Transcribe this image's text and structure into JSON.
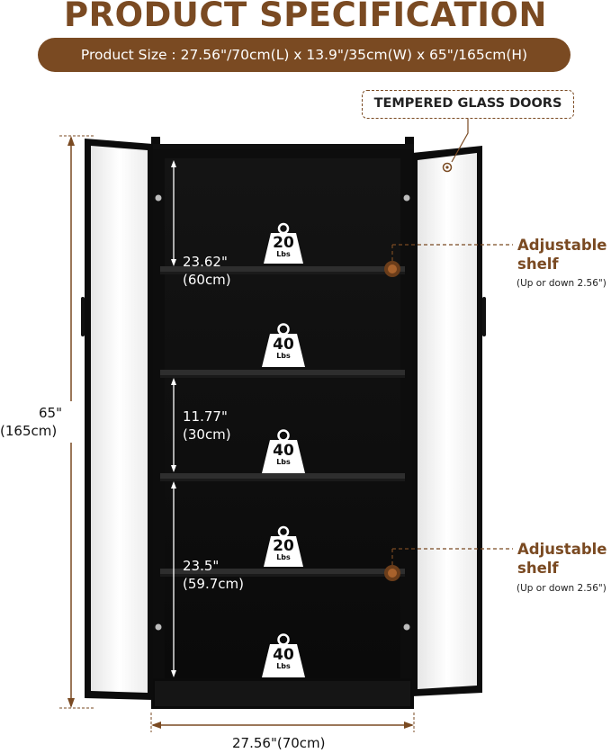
{
  "header": {
    "title": "PRODUCT SPECIFICATION",
    "product_size": "Product Size : 27.56\"/70cm(L) x 13.9\"/35cm(W) x 65\"/165cm(H)"
  },
  "callouts": {
    "glass_doors": "TEMPERED GLASS DOORS",
    "adjustable_top": {
      "title": "Adjustable shelf",
      "note": "(Up or down 2.56\")"
    },
    "adjustable_bottom": {
      "title": "Adjustable shelf",
      "note": "(Up or down 2.56\")"
    }
  },
  "dimensions": {
    "height_in": "65\"",
    "height_cm": "(165cm)",
    "width": "27.56\"(70cm)",
    "shelf1_in": "23.62\"",
    "shelf1_cm": "(60cm)",
    "shelf2_in": "11.77\"",
    "shelf2_cm": "(30cm)",
    "shelf3_in": "23.5\"",
    "shelf3_cm": "(59.7cm)"
  },
  "load_badges": [
    {
      "value": "20",
      "unit": "Lbs"
    },
    {
      "value": "40",
      "unit": "Lbs"
    },
    {
      "value": "40",
      "unit": "Lbs"
    },
    {
      "value": "20",
      "unit": "Lbs"
    },
    {
      "value": "40",
      "unit": "Lbs"
    }
  ],
  "colors": {
    "accent": "#7a4a22",
    "cabinet": "#0c0c0c",
    "glass": "#f4f4f4"
  }
}
